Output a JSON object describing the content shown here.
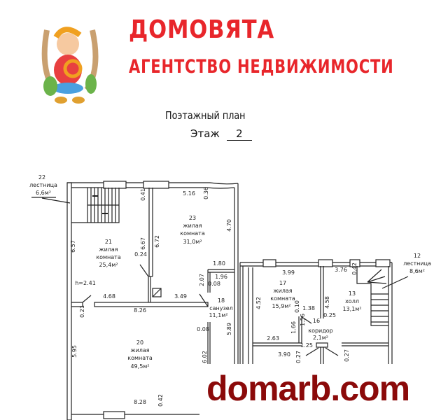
{
  "brand": {
    "name": "ДОМОВЯТА",
    "subtitle": "АГЕНТСТВО НЕДВИЖИМОСТИ",
    "color": "#e8262b"
  },
  "plan": {
    "title": "Поэтажный план",
    "floor_label": "Этаж",
    "floor_number": "2"
  },
  "rooms": [
    {
      "num": "22",
      "type": "лестница",
      "area": "6,6м²"
    },
    {
      "num": "23",
      "type1": "жилая",
      "type2": "комната",
      "area": "31,0м²"
    },
    {
      "num": "21",
      "type1": "жилая",
      "type2": "комната",
      "area": "25,4м²"
    },
    {
      "num": "18",
      "type": "санузел",
      "area": "11,1м²"
    },
    {
      "num": "20",
      "type1": "жилая",
      "type2": "комната",
      "area": "49,5м²"
    },
    {
      "num": "17",
      "type1": "жилая",
      "type2": "комната",
      "area": "15,9м²"
    },
    {
      "num": "13",
      "type": "холл",
      "area": "13,1м²"
    },
    {
      "num": "12",
      "type": "лестница",
      "area": "8,6м²"
    },
    {
      "num": "16",
      "type": "коридор",
      "area": "2,1м²"
    }
  ],
  "dims": [
    "0.41",
    "5.16",
    "0.36",
    "4.70",
    "6.67",
    "6.72",
    "0.24",
    "6.57",
    "1.80",
    "1.96",
    "0.08",
    "2.07",
    "h=2.41",
    "4.68",
    "3.49",
    "0.21",
    "8.26",
    "0.08",
    "5.89",
    "5.95",
    "6.02",
    "8.28",
    "0.42",
    "3.99",
    "4.52",
    "0.10",
    "1.38",
    "4.58",
    "0.25",
    "3.76",
    "0.42",
    "1.56",
    "1.66",
    "2.63",
    "1.25",
    "3.90",
    "0.27",
    "0.27"
  ],
  "watermark": {
    "text": "domarb.com",
    "color": "#8b0a0a"
  }
}
